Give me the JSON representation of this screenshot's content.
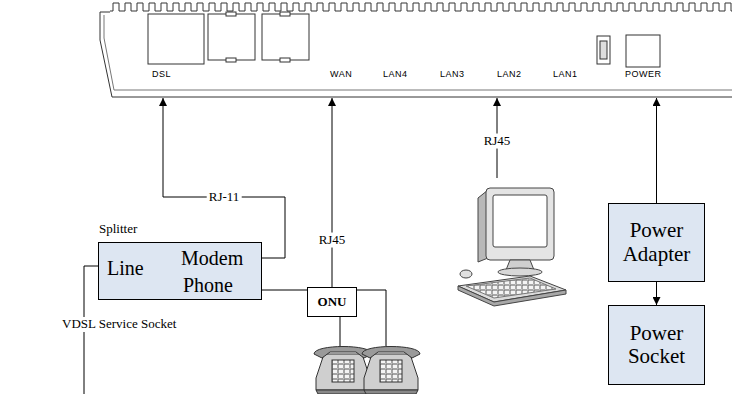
{
  "diagram": {
    "nodes": [
      {
        "text": [
          "DSL",
          "WAN",
          "LAN4",
          "LAN3",
          "LAN2",
          "LAN1",
          "POWER"
        ]
      },
      {
        "text": [
          "Splitter",
          "Modem",
          "Line",
          "Phone"
        ]
      },
      {
        "text": [
          "ONU"
        ]
      },
      {
        "text": [
          "Power Adapter"
        ]
      },
      {
        "text": [
          "Power Socket"
        ]
      }
    ],
    "edges": [
      {
        "from": 1,
        "to": 0,
        "arrow": "to",
        "label": "RJ-11"
      },
      {
        "from": 2,
        "to": 0,
        "arrow": "to",
        "label": "RJ45"
      },
      {
        "from": 3,
        "to": 0,
        "arrow": "to"
      },
      {
        "from": 3,
        "to": 4,
        "arrow": "to"
      }
    ],
    "labels": [
      "RJ45",
      "VDSL Service Socket"
    ]
  }
}
